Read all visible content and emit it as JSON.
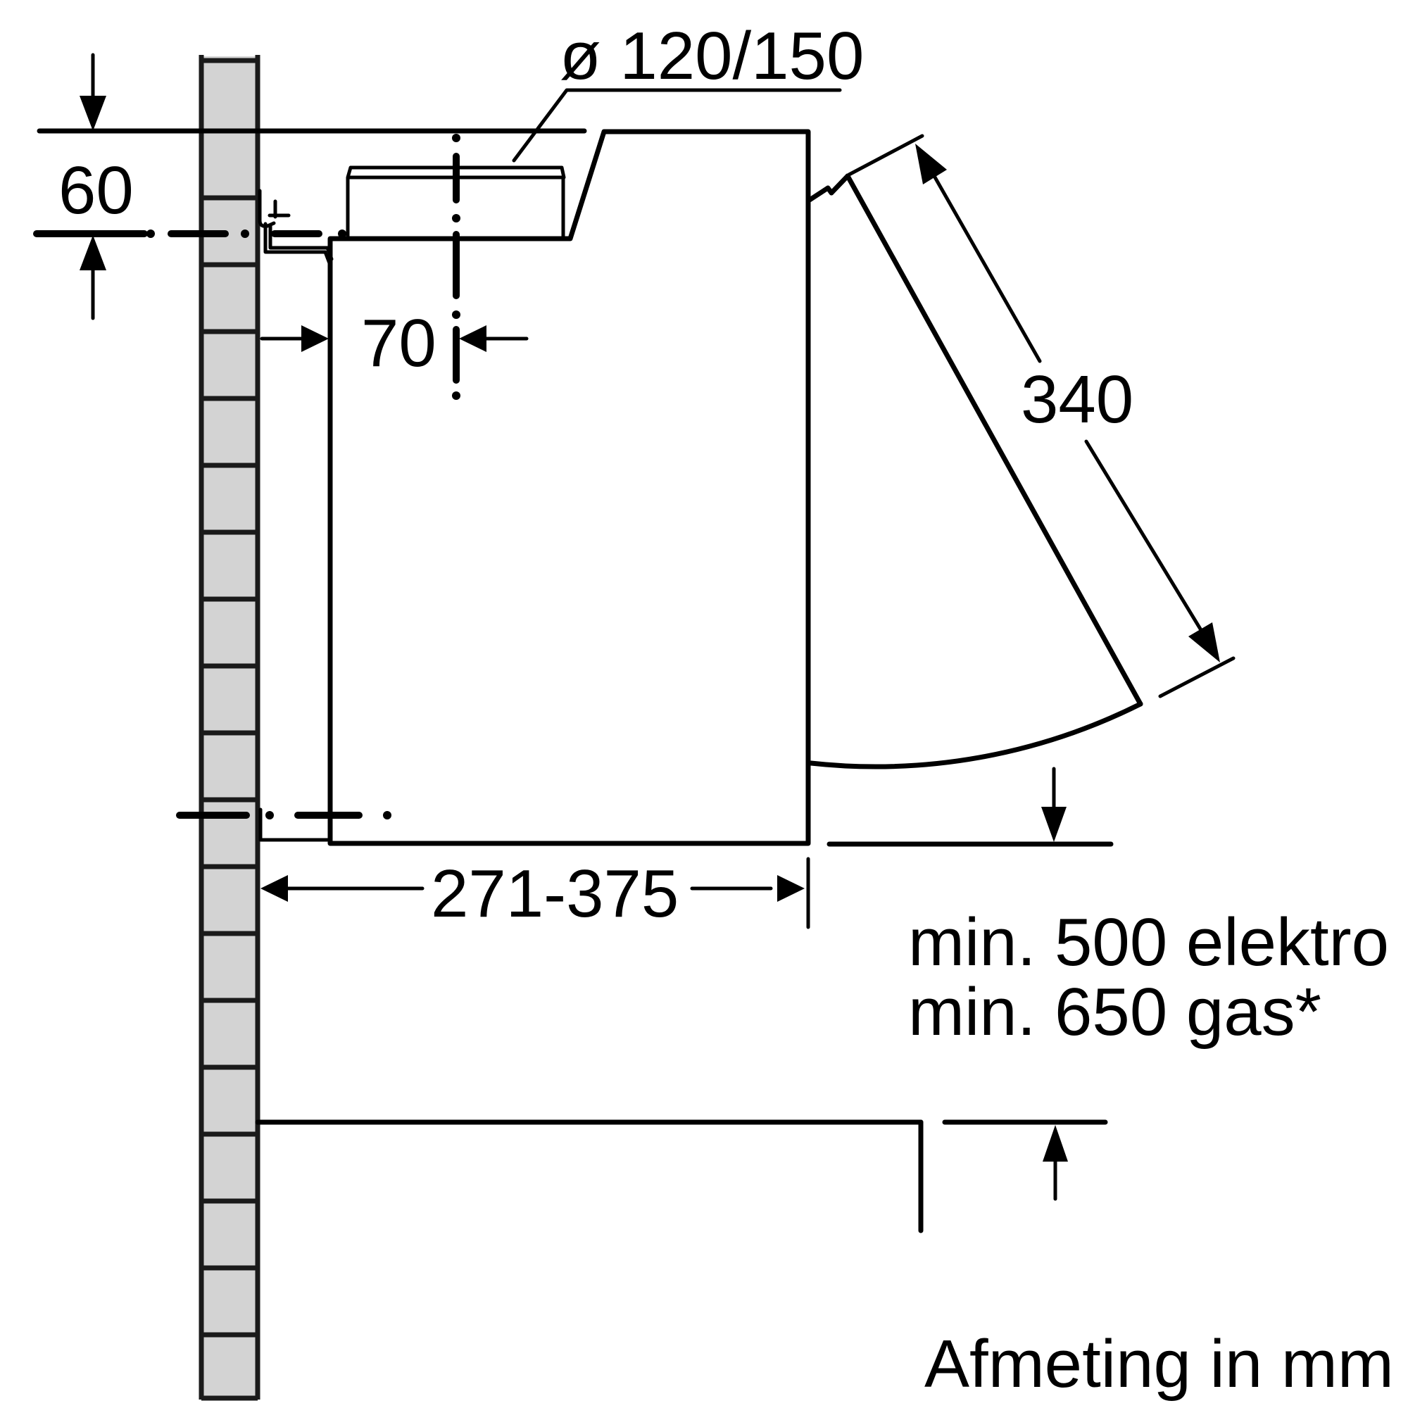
{
  "title": "cooker-hood installation dimension drawing",
  "units_note": "Afmeting in mm",
  "labels": {
    "duct_diameter": "ø 120/150",
    "top_clearance": "60",
    "duct_center_offset": "70",
    "visor_length": "340",
    "depth_range": "271-375",
    "clearance_electric": "min. 500 elektro",
    "clearance_gas": "min. 650 gas*",
    "units_note": "Afmeting in mm"
  },
  "dimensions_mm": {
    "duct_diameter_options": [
      120,
      150
    ],
    "hanger_offset_below_ceiling": 60,
    "duct_center_from_front": 70,
    "visor_swing_length": 340,
    "body_depth_min": 271,
    "body_depth_max": 375,
    "min_clearance_electric_hob": 500,
    "min_clearance_gas_hob": 650
  },
  "colors": {
    "line": "#000000",
    "wall_fill": "#d3d3d3",
    "background": "#ffffff"
  }
}
